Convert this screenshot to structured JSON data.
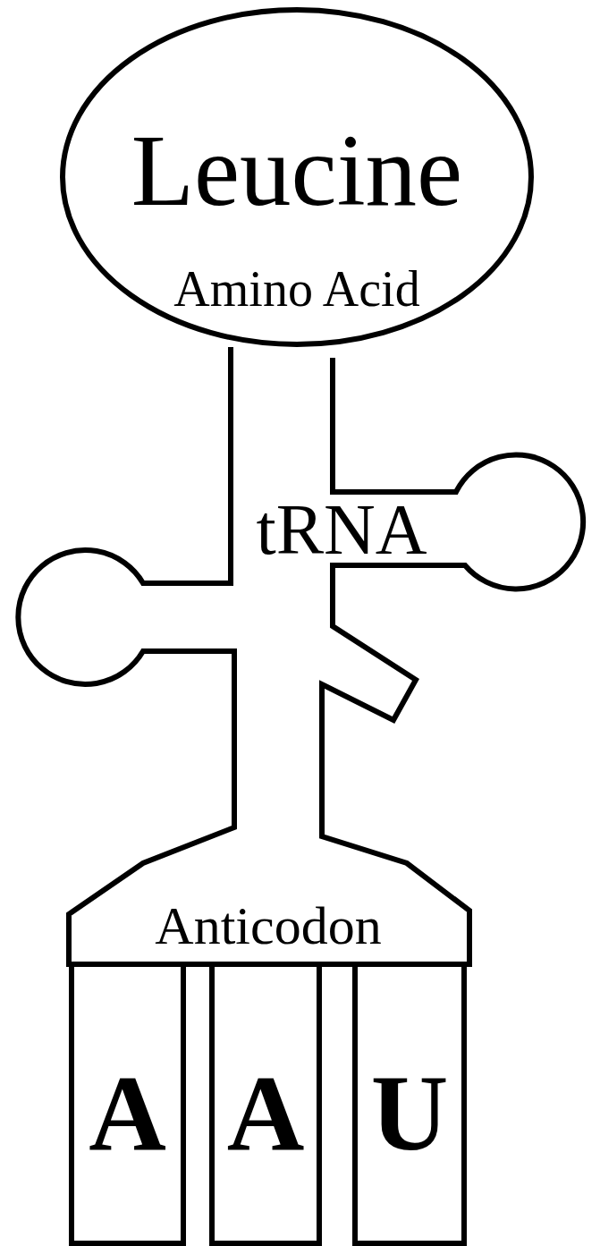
{
  "diagram": {
    "nodes": [
      {
        "text": [
          "Leucine",
          "Amino Acid"
        ]
      },
      {
        "text": [
          "tRNA",
          "Anticodon"
        ]
      },
      {
        "text": [
          "A"
        ]
      },
      {
        "text": [
          "A"
        ]
      },
      {
        "text": [
          "U"
        ]
      }
    ]
  }
}
